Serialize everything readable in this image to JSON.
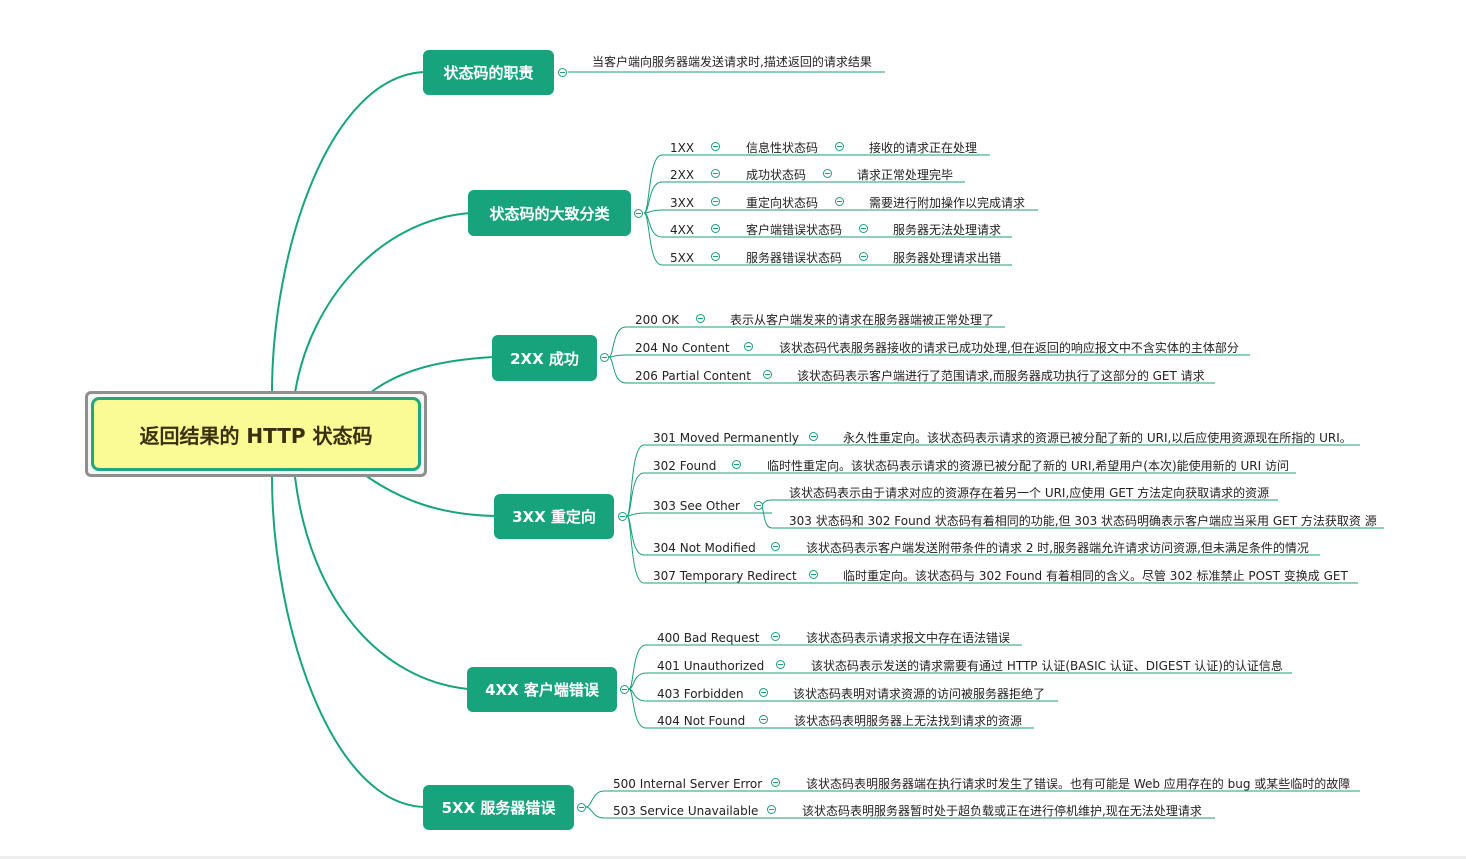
{
  "root": {
    "title": "返回结果的 HTTP 状态码"
  },
  "branches": [
    {
      "label": "状态码的职责",
      "items": [
        {
          "desc": "当客户端向服务器端发送请求时,描述返回的请求结果"
        }
      ]
    },
    {
      "label": "状态码的大致分类",
      "items": [
        {
          "code": "1XX",
          "kind": "信息性状态码",
          "desc": "接收的请求正在处理"
        },
        {
          "code": "2XX",
          "kind": "成功状态码",
          "desc": "请求正常处理完毕"
        },
        {
          "code": "3XX",
          "kind": "重定向状态码",
          "desc": "需要进行附加操作以完成请求"
        },
        {
          "code": "4XX",
          "kind": "客户端错误状态码",
          "desc": "服务器无法处理请求"
        },
        {
          "code": "5XX",
          "kind": "服务器错误状态码",
          "desc": "服务器处理请求出错"
        }
      ]
    },
    {
      "label": "2XX 成功",
      "items": [
        {
          "code": "200 OK",
          "desc": "表示从客户端发来的请求在服务器端被正常处理了"
        },
        {
          "code": "204 No Content",
          "desc": "该状态码代表服务器接收的请求已成功处理,但在返回的响应报文中不含实体的主体部分"
        },
        {
          "code": "206 Partial Content",
          "desc": "该状态码表示客户端进行了范围请求,而服务器成功执行了这部分的 GET 请求"
        }
      ]
    },
    {
      "label": "3XX 重定向",
      "items": [
        {
          "code": "301 Moved Permanently",
          "desc": "永久性重定向。该状态码表示请求的资源已被分配了新的 URI,以后应使用资源现在所指的 URI。"
        },
        {
          "code": "302 Found",
          "desc": "临时性重定向。该状态码表示请求的资源已被分配了新的 URI,希望用户(本次)能使用新的 URI 访问"
        },
        {
          "code": "303 See Other",
          "desc": "该状态码表示由于请求对应的资源存在着另一个 URI,应使用 GET 方法定向获取请求的资源",
          "desc2": "303 状态码和 302 Found 状态码有着相同的功能,但 303 状态码明确表示客户端应当采用 GET 方法获取资 源"
        },
        {
          "code": "304 Not Modified",
          "desc": "该状态码表示客户端发送附带条件的请求 2 时,服务器端允许请求访问资源,但未满足条件的情况"
        },
        {
          "code": "307 Temporary Redirect",
          "desc": "临时重定向。该状态码与 302 Found 有着相同的含义。尽管 302 标准禁止 POST 变换成 GET"
        }
      ]
    },
    {
      "label": "4XX 客户端错误",
      "items": [
        {
          "code": "400 Bad Request",
          "desc": "该状态码表示请求报文中存在语法错误"
        },
        {
          "code": "401 Unauthorized",
          "desc": "该状态码表示发送的请求需要有通过 HTTP 认证(BASIC 认证、DIGEST 认证)的认证信息"
        },
        {
          "code": "403 Forbidden",
          "desc": "该状态码表明对请求资源的访问被服务器拒绝了"
        },
        {
          "code": "404 Not Found",
          "desc": "该状态码表明服务器上无法找到请求的资源"
        }
      ]
    },
    {
      "label": "5XX 服务器错误",
      "items": [
        {
          "code": "500 Internal Server Error",
          "desc": "该状态码表明服务器端在执行请求时发生了错误。也有可能是 Web 应用存在的 bug 或某些临时的故障"
        },
        {
          "code": "503 Service Unavailable",
          "desc": "该状态码表明服务器暂时处于超负载或正在进行停机维护,现在无法处理请求"
        }
      ]
    }
  ],
  "colors": {
    "branch": "#17a47c",
    "line": "#1a9f77",
    "root_fill": "#fafb95",
    "root_border": "#1eaa7c"
  }
}
